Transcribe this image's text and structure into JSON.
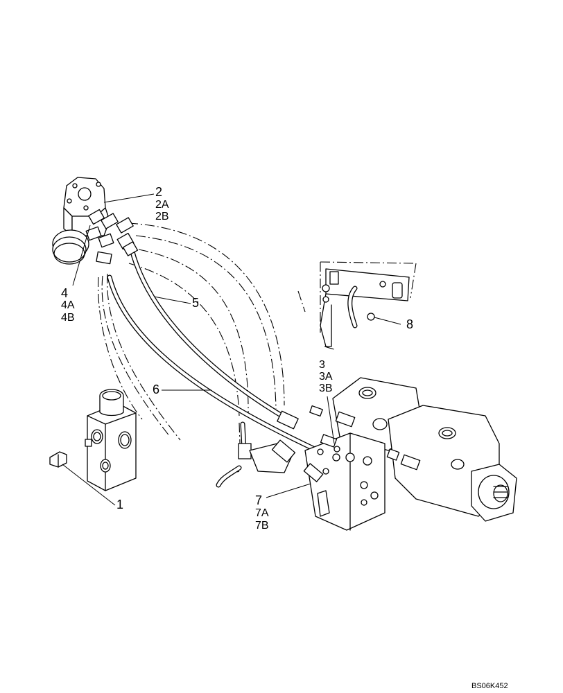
{
  "callouts": {
    "c1": "1",
    "c2": "2",
    "c2a": "2A",
    "c2b": "2B",
    "c3": "3",
    "c3a": "3A",
    "c3b": "3B",
    "c4": "4",
    "c4a": "4A",
    "c4b": "4B",
    "c5": "5",
    "c6": "6",
    "c7": "7",
    "c7a": "7A",
    "c7b": "7B",
    "c8": "8"
  },
  "drawing_code": "BS06K452"
}
